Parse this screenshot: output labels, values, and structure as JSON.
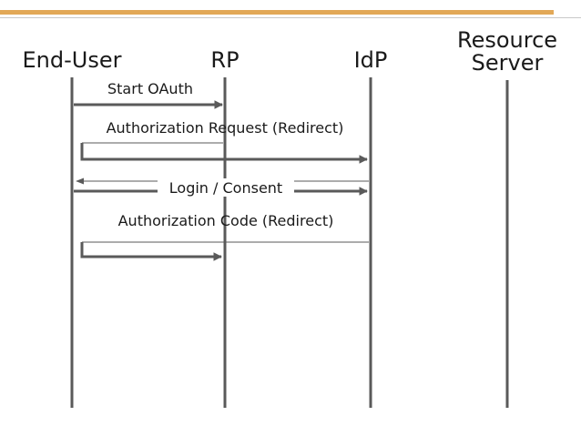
{
  "colors": {
    "accent_bar": "#e2a857",
    "lifeline": "#5a5a5a",
    "text": "#1a1a1a"
  },
  "actors": {
    "end_user": "End-User",
    "rp": "RP",
    "idp": "IdP",
    "resource_server_line1": "Resource",
    "resource_server_line2": "Server"
  },
  "messages": {
    "start_oauth": "Start OAuth",
    "authorization_request": "Authorization Request (Redirect)",
    "login_consent": "Login / Consent",
    "authorization_code": "Authorization Code (Redirect)"
  }
}
